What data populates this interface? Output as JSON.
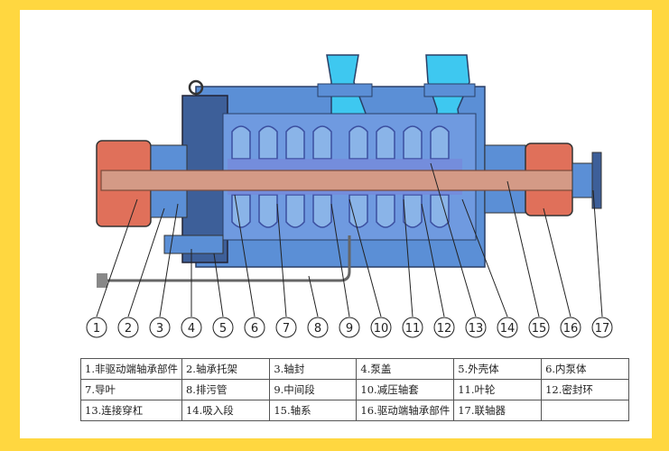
{
  "callout_numbers": [
    "1",
    "2",
    "3",
    "4",
    "5",
    "6",
    "7",
    "8",
    "9",
    "10",
    "11",
    "12",
    "13",
    "14",
    "15",
    "16",
    "17"
  ],
  "legend": [
    [
      "1.非驱动端轴承部件",
      "2.轴承托架",
      "3.轴封",
      "4.泵盖",
      "5.外壳体",
      "6.内泵体"
    ],
    [
      "7.导叶",
      "8.排污管",
      "9.中间段",
      "10.减压轴套",
      "11.叶轮",
      "12.密封环"
    ],
    [
      "13.连接穿杠",
      "14.吸入段",
      "15.轴系",
      "16.驱动端轴承部件",
      "17.联轴器",
      ""
    ]
  ],
  "colors": {
    "background_border": "#ffd740",
    "casing_blue": "#5b8fd6",
    "casing_dark": "#3d5f99",
    "nozzle_cyan": "#3ec8f0",
    "shaft_salmon": "#d49a86",
    "bearing_red": "#e0705a",
    "impeller_blue": "#8ab4e8",
    "inner_purple": "#7a7fd8"
  }
}
